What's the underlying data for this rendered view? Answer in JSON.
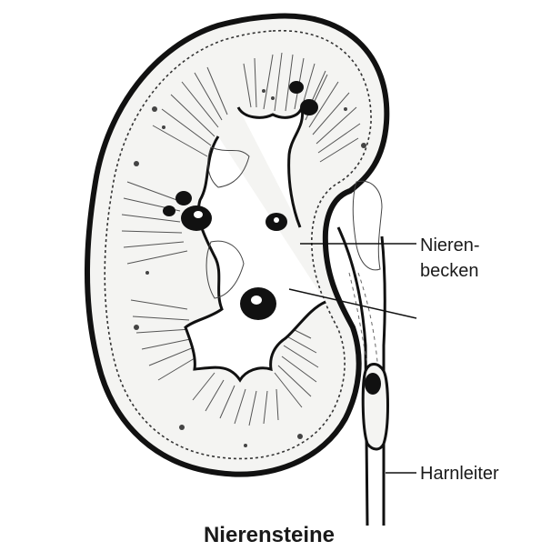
{
  "labels": {
    "pelvis_line1": "Nieren-",
    "pelvis_line2": "becken",
    "ureter": "Harnleiter"
  },
  "caption": "Nierensteine",
  "colors": {
    "ink": "#111111",
    "paper": "#ffffff",
    "tissue": "#f4f4f2"
  }
}
